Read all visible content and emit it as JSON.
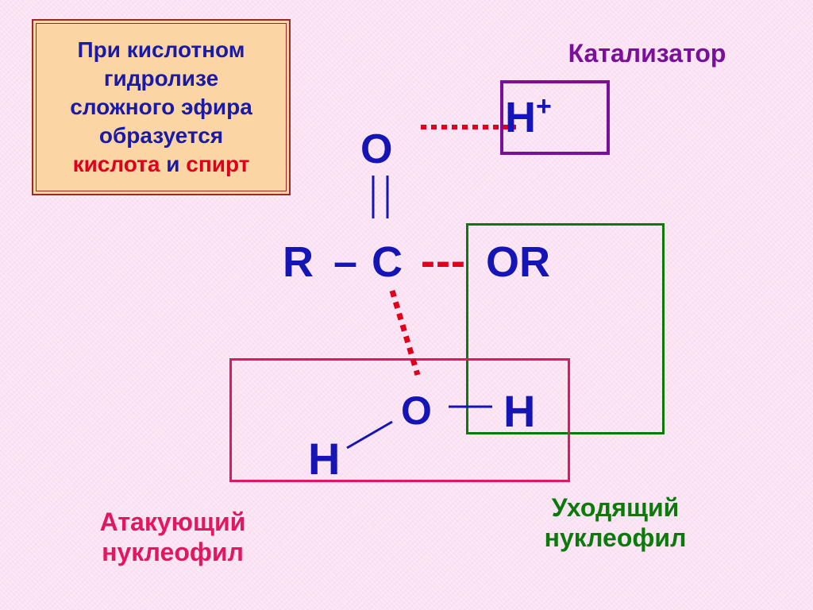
{
  "info": {
    "line1": "При кислотном",
    "line2": "гидролизе",
    "line3": "сложного эфира",
    "line4": "образуется",
    "acid": "кислота",
    "and": "и",
    "alcohol": "спирт"
  },
  "labels": {
    "catalyst": "Катализатор",
    "attacking_1": "Атакующий",
    "attacking_2": "нуклеофил",
    "leaving_1": "Уходящий",
    "leaving_2": "нуклеофил"
  },
  "molecule": {
    "proton": "H",
    "proton_charge": "+",
    "carbonyl_o": "O",
    "r": "R",
    "bond_dash": "–",
    "carbon": "C",
    "ester_group": "OR",
    "water_o": "O",
    "water_h_right": "H",
    "water_h_left": "H",
    "cleaving_bond": "---"
  },
  "colors": {
    "text_blue": "#1515b5",
    "red": "#e0001b",
    "catalyst_purple": "#7a0f9a",
    "attacking_pink": "#e3175f",
    "leaving_green": "#0b7a0b"
  }
}
